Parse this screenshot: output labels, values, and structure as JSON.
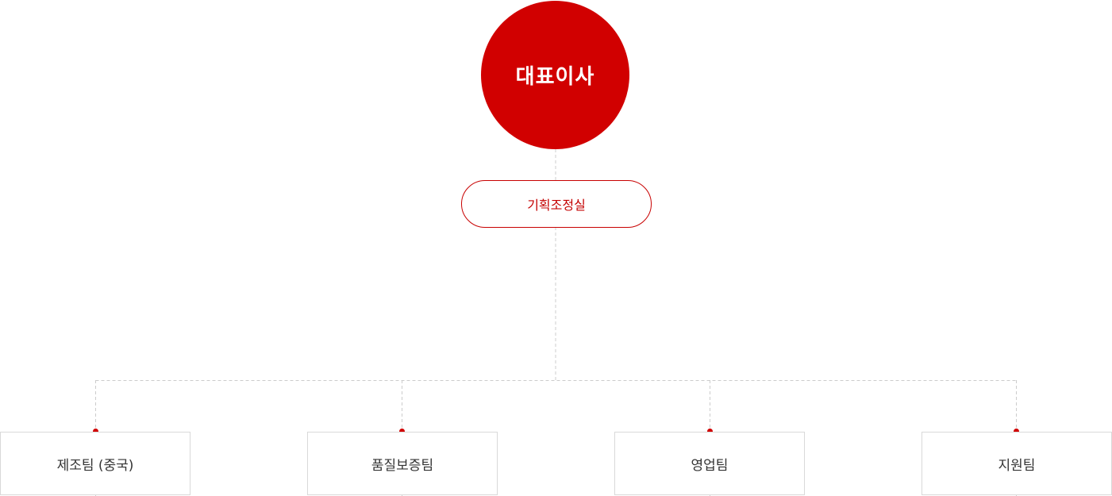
{
  "org": {
    "ceo": {
      "label": "대표이사"
    },
    "office": {
      "label": "기획조정실"
    },
    "teams": [
      {
        "label": "제조팀 (중국)"
      },
      {
        "label": "품질보증팀"
      },
      {
        "label": "영업팀"
      },
      {
        "label": "지원팀"
      }
    ]
  },
  "colors": {
    "accent": "#d10000",
    "connector": "#cccccc",
    "team_border": "#d9d9d9",
    "team_text": "#333333"
  }
}
